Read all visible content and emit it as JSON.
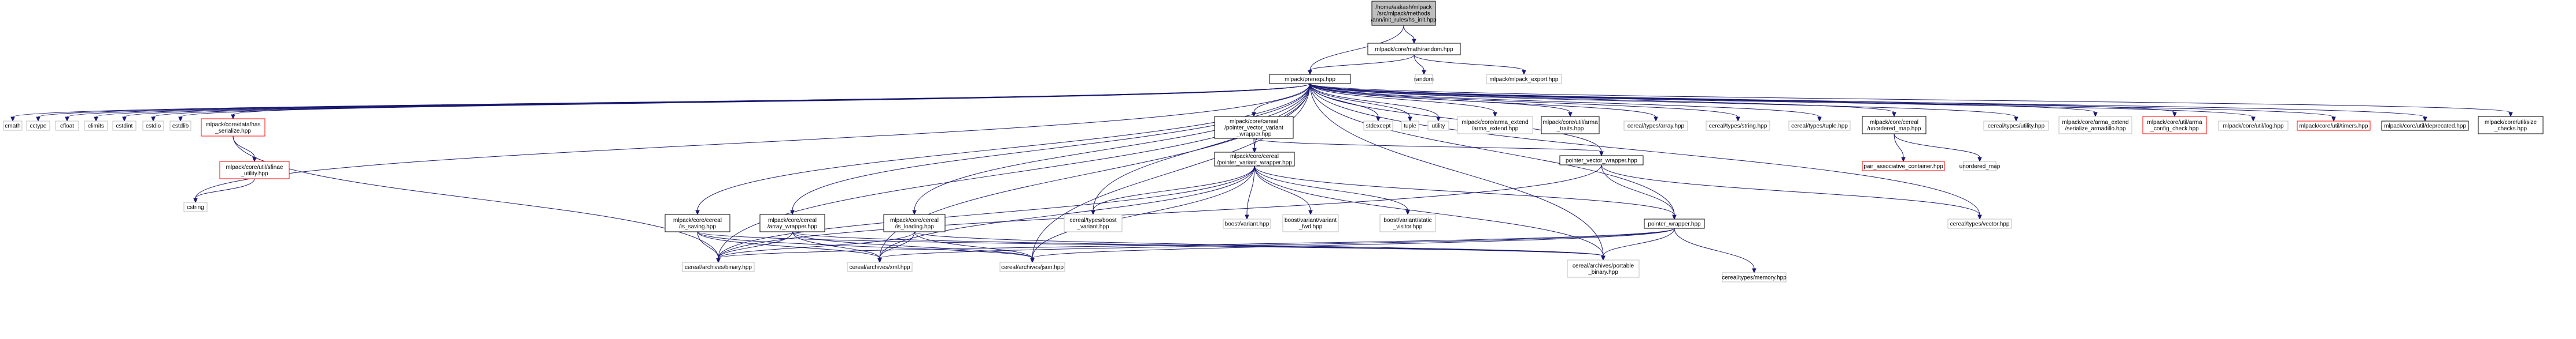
{
  "colors": {
    "edge": "#191970",
    "root_fill": "#bfbfbf",
    "missing_border": "#bfbfbf",
    "error_border": "#ff0000",
    "normal_border": "#000000"
  },
  "nodes": {
    "hs_init": {
      "lines": [
        "/home/aakash/mlpack",
        "/src/mlpack/methods",
        "/ann/init_rules/hs_init.hpp"
      ],
      "kind": "root"
    },
    "random_hpp": {
      "lines": [
        "mlpack/core/math/random.hpp"
      ],
      "kind": "normal"
    },
    "prereqs": {
      "lines": [
        "mlpack/prereqs.hpp"
      ],
      "kind": "normal"
    },
    "random": {
      "lines": [
        "random"
      ],
      "kind": "missing"
    },
    "mlpack_export": {
      "lines": [
        "mlpack/mlpack_export.hpp"
      ],
      "kind": "missing"
    },
    "cmath": {
      "lines": [
        "cmath"
      ],
      "kind": "missing"
    },
    "cctype": {
      "lines": [
        "cctype"
      ],
      "kind": "missing"
    },
    "cfloat": {
      "lines": [
        "cfloat"
      ],
      "kind": "missing"
    },
    "climits": {
      "lines": [
        "climits"
      ],
      "kind": "missing"
    },
    "cstdint": {
      "lines": [
        "cstdint"
      ],
      "kind": "missing"
    },
    "cstdio": {
      "lines": [
        "cstdio"
      ],
      "kind": "missing"
    },
    "cstdlib": {
      "lines": [
        "cstdlib"
      ],
      "kind": "missing"
    },
    "has_serialize": {
      "lines": [
        "mlpack/core/data/has",
        "_serialize.hpp"
      ],
      "kind": "error"
    },
    "sfinae": {
      "lines": [
        "mlpack/core/util/sfinae",
        "_utility.hpp"
      ],
      "kind": "error"
    },
    "cstring": {
      "lines": [
        "cstring"
      ],
      "kind": "missing"
    },
    "ptr_variant": {
      "lines": [
        "mlpack/core/cereal",
        "/pointer_vector_variant",
        "_wrapper.hpp"
      ],
      "kind": "normal"
    },
    "pvw": {
      "lines": [
        "mlpack/core/cereal",
        "/pointer_variant_wrapper.hpp"
      ],
      "kind": "normal"
    },
    "stdexcept": {
      "lines": [
        "stdexcept"
      ],
      "kind": "missing"
    },
    "tuple": {
      "lines": [
        "tuple"
      ],
      "kind": "missing"
    },
    "utility": {
      "lines": [
        "utility"
      ],
      "kind": "missing"
    },
    "arma_extend": {
      "lines": [
        "mlpack/core/arma_extend",
        "/arma_extend.hpp"
      ],
      "kind": "missing"
    },
    "arma_traits": {
      "lines": [
        "mlpack/core/util/arma",
        "_traits.hpp"
      ],
      "kind": "normal"
    },
    "pointer_vector_wrapper": {
      "lines": [
        "pointer_vector_wrapper.hpp"
      ],
      "kind": "normal"
    },
    "cereal_array": {
      "lines": [
        "cereal/types/array.hpp"
      ],
      "kind": "missing"
    },
    "cereal_string": {
      "lines": [
        "cereal/types/string.hpp"
      ],
      "kind": "missing"
    },
    "cereal_tuple": {
      "lines": [
        "cereal/types/tuple.hpp"
      ],
      "kind": "missing"
    },
    "unordered_map_hpp": {
      "lines": [
        "mlpack/core/cereal",
        "/unordered_map.hpp"
      ],
      "kind": "normal"
    },
    "pair_assoc": {
      "lines": [
        "pair_associative_container.hpp"
      ],
      "kind": "error"
    },
    "unordered_map": {
      "lines": [
        "unordered_map"
      ],
      "kind": "missing"
    },
    "cereal_utility": {
      "lines": [
        "cereal/types/utility.hpp"
      ],
      "kind": "missing"
    },
    "serialize_armadillo": {
      "lines": [
        "mlpack/core/arma_extend",
        "/serialize_armadillo.hpp"
      ],
      "kind": "missing"
    },
    "arma_config": {
      "lines": [
        "mlpack/core/util/arma",
        "_config_check.hpp"
      ],
      "kind": "error"
    },
    "log_hpp": {
      "lines": [
        "mlpack/core/util/log.hpp"
      ],
      "kind": "missing"
    },
    "timers": {
      "lines": [
        "mlpack/core/util/timers.hpp"
      ],
      "kind": "error"
    },
    "deprecated": {
      "lines": [
        "mlpack/core/util/deprecated.hpp"
      ],
      "kind": "normal"
    },
    "size_checks": {
      "lines": [
        "mlpack/core/util/size",
        "_checks.hpp"
      ],
      "kind": "normal"
    },
    "is_saving": {
      "lines": [
        "mlpack/core/cereal",
        "/is_saving.hpp"
      ],
      "kind": "normal"
    },
    "array_wrapper": {
      "lines": [
        "mlpack/core/cereal",
        "/array_wrapper.hpp"
      ],
      "kind": "normal"
    },
    "is_loading": {
      "lines": [
        "mlpack/core/cereal",
        "/is_loading.hpp"
      ],
      "kind": "normal"
    },
    "boost_variant_cereal": {
      "lines": [
        "cereal/types/boost",
        "_variant.hpp"
      ],
      "kind": "missing"
    },
    "boost_variant": {
      "lines": [
        "boost/variant.hpp"
      ],
      "kind": "missing"
    },
    "boost_fwd": {
      "lines": [
        "boost/variant/variant",
        "_fwd.hpp"
      ],
      "kind": "missing"
    },
    "boost_static": {
      "lines": [
        "boost/variant/static",
        "_visitor.hpp"
      ],
      "kind": "missing"
    },
    "pointer_wrapper": {
      "lines": [
        "pointer_wrapper.hpp"
      ],
      "kind": "normal"
    },
    "cereal_vector": {
      "lines": [
        "cereal/types/vector.hpp"
      ],
      "kind": "missing"
    },
    "binary": {
      "lines": [
        "cereal/archives/binary.hpp"
      ],
      "kind": "missing"
    },
    "xml": {
      "lines": [
        "cereal/archives/xml.hpp"
      ],
      "kind": "missing"
    },
    "json": {
      "lines": [
        "cereal/archives/json.hpp"
      ],
      "kind": "missing"
    },
    "portable_binary": {
      "lines": [
        "cereal/archives/portable",
        "_binary.hpp"
      ],
      "kind": "missing"
    },
    "memory": {
      "lines": [
        "cereal/types/memory.hpp"
      ],
      "kind": "missing"
    }
  },
  "edges": [
    [
      "hs_init",
      "random_hpp"
    ],
    [
      "hs_init",
      "prereqs"
    ],
    [
      "random_hpp",
      "prereqs"
    ],
    [
      "random_hpp",
      "random"
    ],
    [
      "random_hpp",
      "mlpack_export"
    ],
    [
      "prereqs",
      "cmath"
    ],
    [
      "prereqs",
      "cctype"
    ],
    [
      "prereqs",
      "cfloat"
    ],
    [
      "prereqs",
      "climits"
    ],
    [
      "prereqs",
      "cstdint"
    ],
    [
      "prereqs",
      "cstdio"
    ],
    [
      "prereqs",
      "cstdlib"
    ],
    [
      "prereqs",
      "has_serialize"
    ],
    [
      "prereqs",
      "cstring"
    ],
    [
      "prereqs",
      "ptr_variant"
    ],
    [
      "prereqs",
      "pvw"
    ],
    [
      "prereqs",
      "stdexcept"
    ],
    [
      "prereqs",
      "tuple"
    ],
    [
      "prereqs",
      "utility"
    ],
    [
      "prereqs",
      "arma_extend"
    ],
    [
      "prereqs",
      "arma_traits"
    ],
    [
      "prereqs",
      "pointer_vector_wrapper"
    ],
    [
      "prereqs",
      "cereal_array"
    ],
    [
      "prereqs",
      "cereal_string"
    ],
    [
      "prereqs",
      "cereal_tuple"
    ],
    [
      "prereqs",
      "unordered_map_hpp"
    ],
    [
      "prereqs",
      "cereal_utility"
    ],
    [
      "prereqs",
      "serialize_armadillo"
    ],
    [
      "prereqs",
      "arma_config"
    ],
    [
      "prereqs",
      "log_hpp"
    ],
    [
      "prereqs",
      "timers"
    ],
    [
      "prereqs",
      "deprecated"
    ],
    [
      "prereqs",
      "size_checks"
    ],
    [
      "prereqs",
      "is_saving"
    ],
    [
      "prereqs",
      "array_wrapper"
    ],
    [
      "prereqs",
      "is_loading"
    ],
    [
      "prereqs",
      "boost_variant_cereal"
    ],
    [
      "prereqs",
      "pointer_wrapper"
    ],
    [
      "prereqs",
      "cereal_vector"
    ],
    [
      "prereqs",
      "json"
    ],
    [
      "prereqs",
      "portable_binary"
    ],
    [
      "prereqs",
      "xml"
    ],
    [
      "prereqs",
      "binary"
    ],
    [
      "has_serialize",
      "sfinae"
    ],
    [
      "has_serialize",
      "binary"
    ],
    [
      "sfinae",
      "cstring"
    ],
    [
      "ptr_variant",
      "pvw"
    ],
    [
      "ptr_variant",
      "pointer_vector_wrapper"
    ],
    [
      "pvw",
      "boost_variant_cereal"
    ],
    [
      "pvw",
      "boost_variant"
    ],
    [
      "pvw",
      "boost_fwd"
    ],
    [
      "pvw",
      "boost_static"
    ],
    [
      "pvw",
      "pointer_wrapper"
    ],
    [
      "pvw",
      "binary"
    ],
    [
      "pvw",
      "xml"
    ],
    [
      "pvw",
      "json"
    ],
    [
      "pvw",
      "portable_binary"
    ],
    [
      "pointer_vector_wrapper",
      "pointer_wrapper"
    ],
    [
      "pointer_vector_wrapper",
      "cereal_vector"
    ],
    [
      "pointer_vector_wrapper",
      "binary"
    ],
    [
      "unordered_map_hpp",
      "pair_assoc"
    ],
    [
      "unordered_map_hpp",
      "unordered_map"
    ],
    [
      "pointer_wrapper",
      "memory"
    ],
    [
      "pointer_wrapper",
      "binary"
    ],
    [
      "pointer_wrapper",
      "xml"
    ],
    [
      "pointer_wrapper",
      "json"
    ],
    [
      "pointer_wrapper",
      "portable_binary"
    ],
    [
      "is_saving",
      "binary"
    ],
    [
      "is_saving",
      "xml"
    ],
    [
      "is_saving",
      "json"
    ],
    [
      "is_saving",
      "portable_binary"
    ],
    [
      "array_wrapper",
      "binary"
    ],
    [
      "array_wrapper",
      "xml"
    ],
    [
      "array_wrapper",
      "json"
    ],
    [
      "array_wrapper",
      "portable_binary"
    ],
    [
      "is_loading",
      "binary"
    ],
    [
      "is_loading",
      "xml"
    ],
    [
      "is_loading",
      "json"
    ],
    [
      "is_loading",
      "portable_binary"
    ]
  ]
}
